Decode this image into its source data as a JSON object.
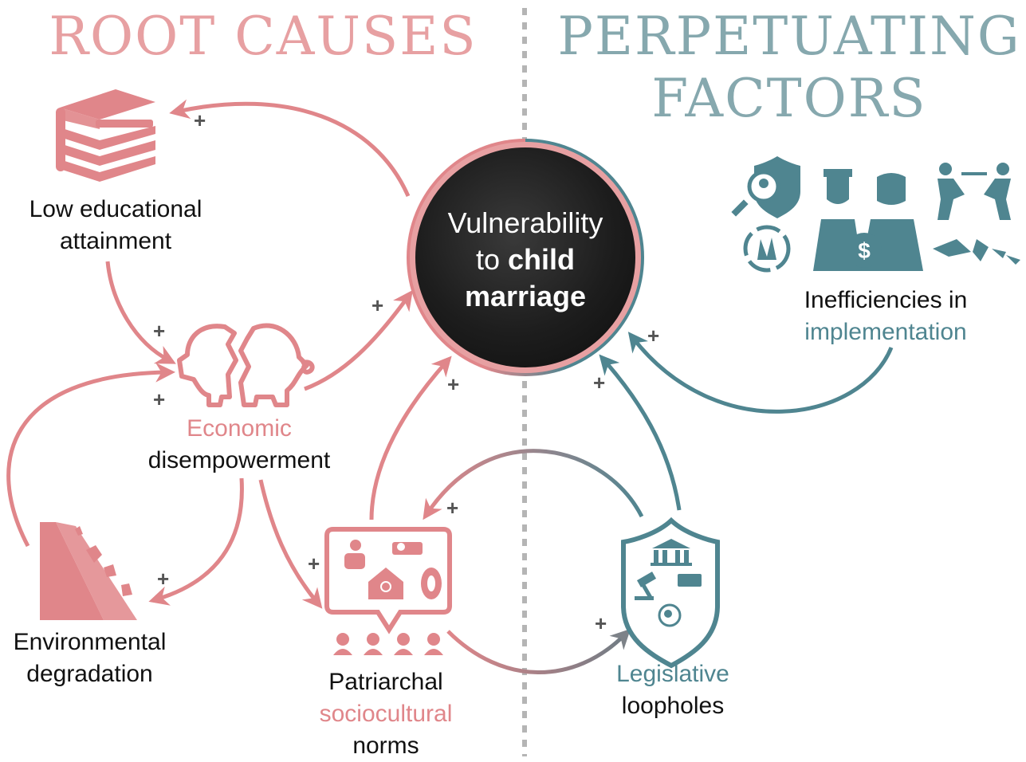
{
  "headers": {
    "root_causes": "ROOT CAUSES",
    "perpetuating_line1": "PERPETUATING",
    "perpetuating_line2": "FACTORS"
  },
  "center": {
    "line1": "Vulnerability",
    "line2_pre": "to ",
    "line2_bold": "child",
    "line3_bold": "marriage"
  },
  "nodes": {
    "education": {
      "line1": "Low educational",
      "line2": "attainment"
    },
    "economic": {
      "line1": "Economic",
      "line2": "disempowerment"
    },
    "environment": {
      "line1": "Environmental",
      "line2": "degradation"
    },
    "patriarchal": {
      "line1": "Patriarchal",
      "line2": "sociocultural",
      "line3": "norms"
    },
    "legislative": {
      "line1": "Legislative",
      "line2": "loopholes"
    },
    "inefficiencies": {
      "line1": "Inefficiencies in",
      "line2": "implementation"
    }
  },
  "plus_sign": "+",
  "colors": {
    "root": "#e0868a",
    "perpetuating": "#4f8590",
    "divider": "#b5b5b5",
    "text": "#111111"
  },
  "icons": [
    "books-icon",
    "broken-piggy-bank-icon",
    "landslide-icon",
    "sociocultural-norms-icon",
    "legislation-shield-icon",
    "inefficiency-icons"
  ]
}
